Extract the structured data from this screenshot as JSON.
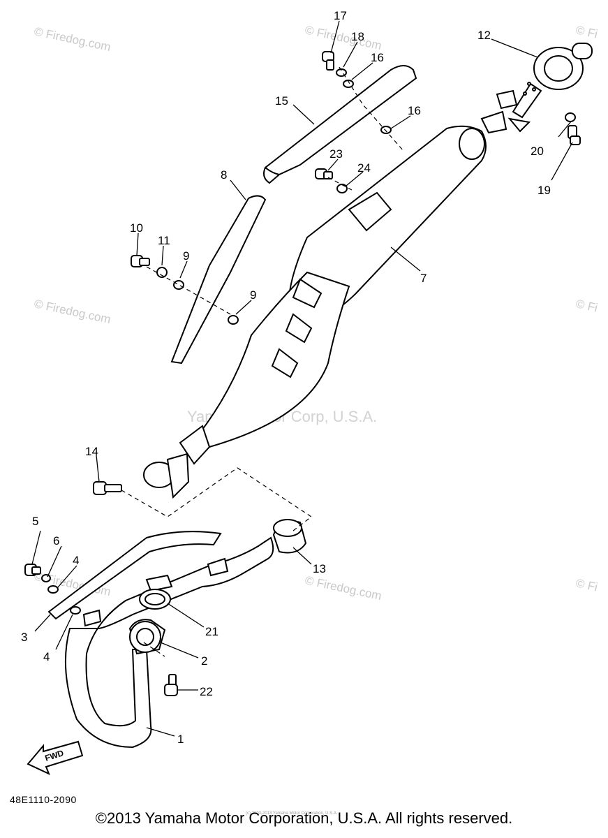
{
  "diagram": {
    "part_code": "48E1110-2090",
    "fwd_label": "FWD",
    "callouts": [
      {
        "id": "c1",
        "text": "1"
      },
      {
        "id": "c2",
        "text": "2"
      },
      {
        "id": "c3",
        "text": "3"
      },
      {
        "id": "c4a",
        "text": "4"
      },
      {
        "id": "c4b",
        "text": "4"
      },
      {
        "id": "c5",
        "text": "5"
      },
      {
        "id": "c6",
        "text": "6"
      },
      {
        "id": "c7",
        "text": "7"
      },
      {
        "id": "c8",
        "text": "8"
      },
      {
        "id": "c9a",
        "text": "9"
      },
      {
        "id": "c9b",
        "text": "9"
      },
      {
        "id": "c10",
        "text": "10"
      },
      {
        "id": "c11",
        "text": "11"
      },
      {
        "id": "c12",
        "text": "12"
      },
      {
        "id": "c13",
        "text": "13"
      },
      {
        "id": "c14",
        "text": "14"
      },
      {
        "id": "c15",
        "text": "15"
      },
      {
        "id": "c16a",
        "text": "16"
      },
      {
        "id": "c16b",
        "text": "16"
      },
      {
        "id": "c17",
        "text": "17"
      },
      {
        "id": "c18",
        "text": "18"
      },
      {
        "id": "c19",
        "text": "19"
      },
      {
        "id": "c20",
        "text": "20"
      },
      {
        "id": "c21",
        "text": "21"
      },
      {
        "id": "c22",
        "text": "22"
      },
      {
        "id": "c23",
        "text": "23"
      },
      {
        "id": "c24",
        "text": "24"
      }
    ]
  },
  "watermarks": {
    "firedog": "© Firedog.com",
    "firedog_short": "© Fi",
    "center_firedog": "© Firedog.com",
    "yamaha": "Yamaha Motor Corp, U.S.A.",
    "small_print": "(c) 2003-2013 Yamaha Motor Corporation, U.S.A."
  },
  "footer": {
    "copyright": "©2013 Yamaha Motor Corporation, U.S.A. All rights reserved."
  },
  "colors": {
    "line": "#000000",
    "watermark": "#c9c9c9",
    "background": "#ffffff"
  }
}
